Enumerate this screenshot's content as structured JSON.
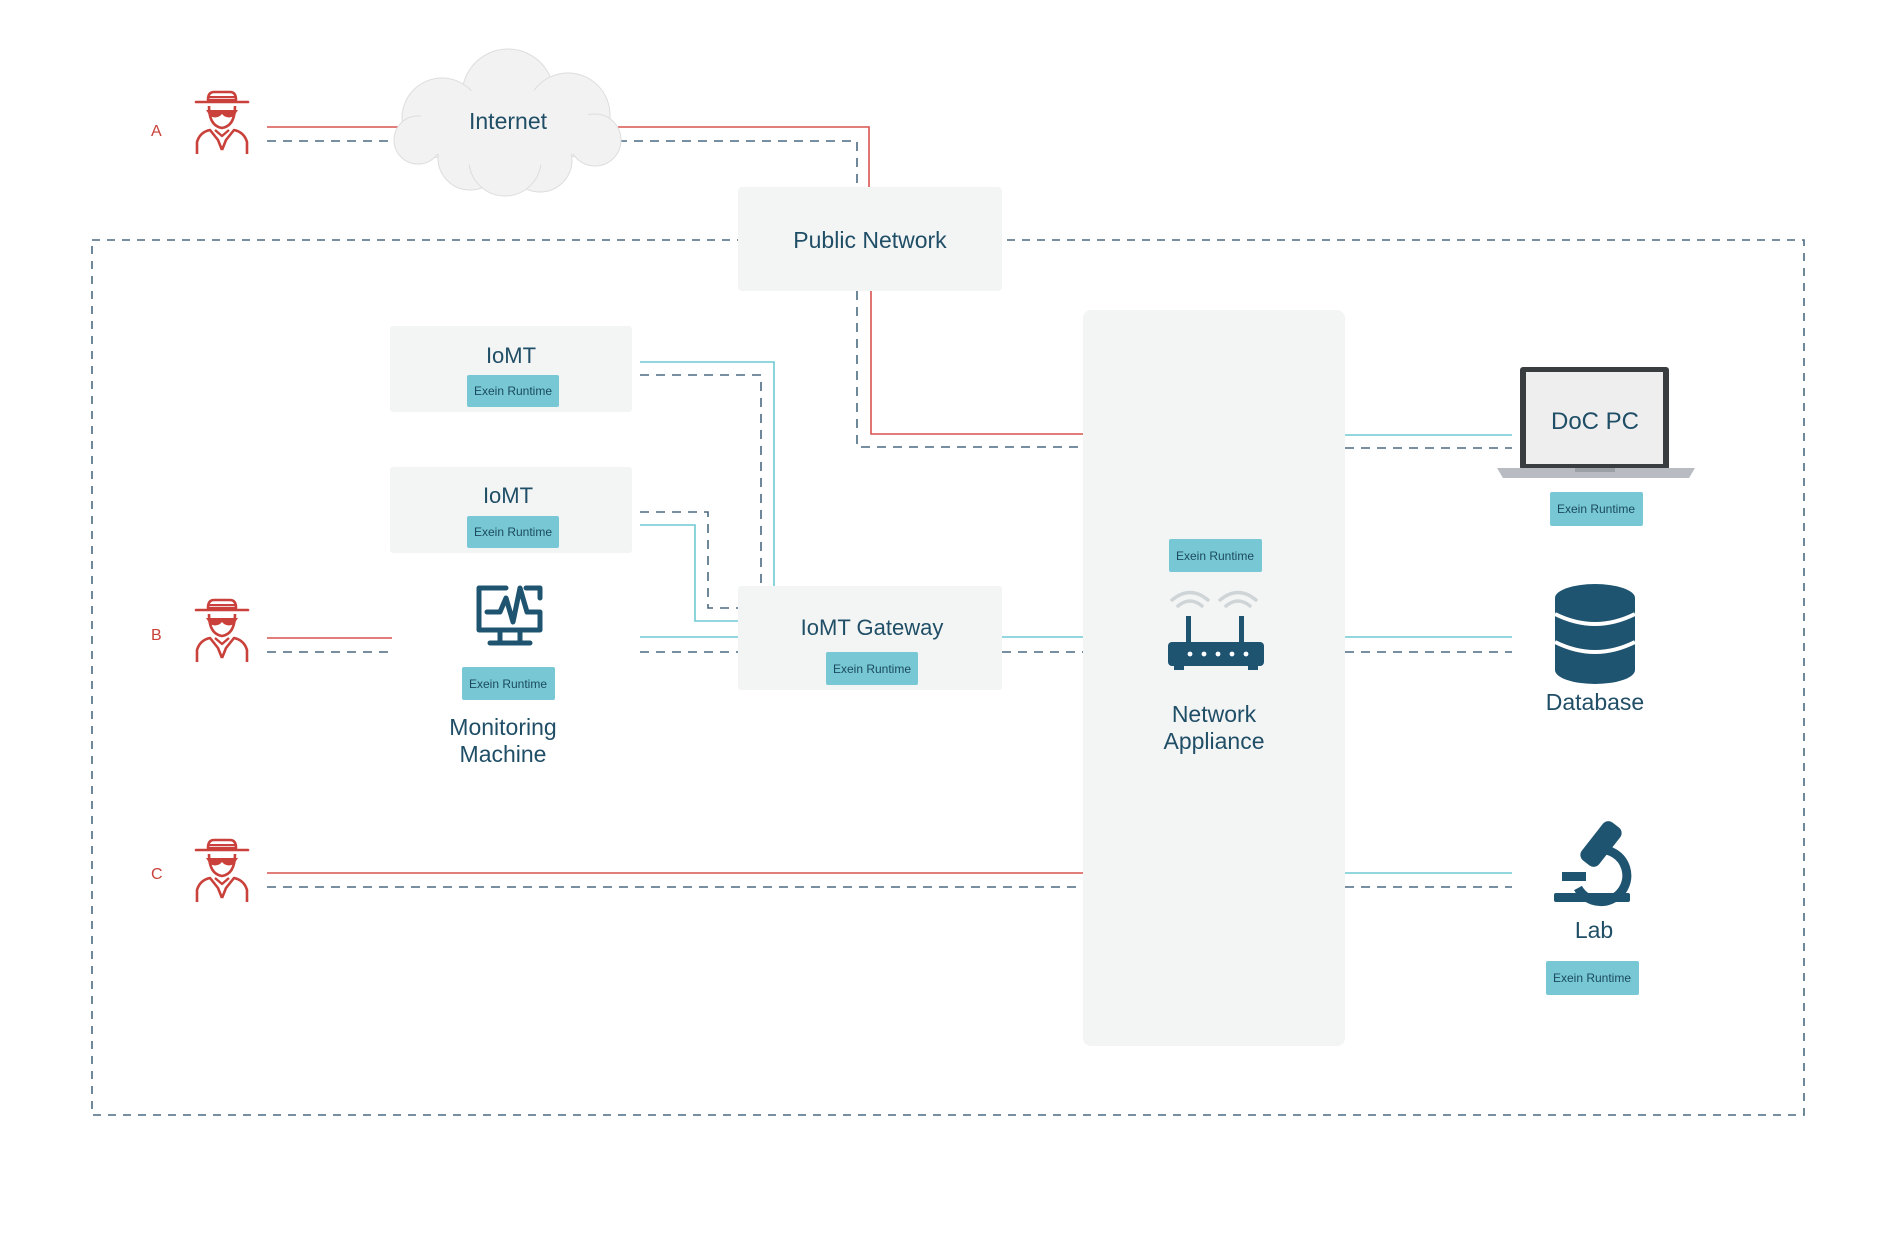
{
  "colors": {
    "attack_line": "#d9534f",
    "safe_line": "#6fcad3",
    "dashed_line": "#4a6a82",
    "box_fill": "#f3f5f5",
    "badge_fill": "#77c8d4",
    "icon_dark": "#1f5470",
    "attacker": "#c9413a"
  },
  "icons": {
    "attacker": "spy-icon",
    "internet": "cloud-icon",
    "monitoring": "monitor-heartbeat-icon",
    "router": "router-icon",
    "doc_pc": "laptop-icon",
    "database": "database-icon",
    "lab": "microscope-icon"
  },
  "attackers": [
    {
      "letter": "A"
    },
    {
      "letter": "B"
    },
    {
      "letter": "C"
    }
  ],
  "nodes": {
    "internet": {
      "label": "Internet"
    },
    "public_network": {
      "label": "Public Network"
    },
    "iomt_1": {
      "label": "IoMT",
      "badge": "Exein Runtime"
    },
    "iomt_2": {
      "label": "IoMT",
      "badge": "Exein Runtime"
    },
    "monitoring": {
      "label_line1": "Monitoring",
      "label_line2": "Machine",
      "badge": "Exein Runtime"
    },
    "gateway": {
      "label": "IoMT Gateway",
      "badge": "Exein Runtime"
    },
    "appliance": {
      "label_line1": "Network",
      "label_line2": "Appliance",
      "badge": "Exein Runtime"
    },
    "doc_pc": {
      "label": "DoC PC",
      "badge": "Exein Runtime"
    },
    "database": {
      "label": "Database"
    },
    "lab": {
      "label": "Lab",
      "badge": "Exein Runtime"
    }
  }
}
